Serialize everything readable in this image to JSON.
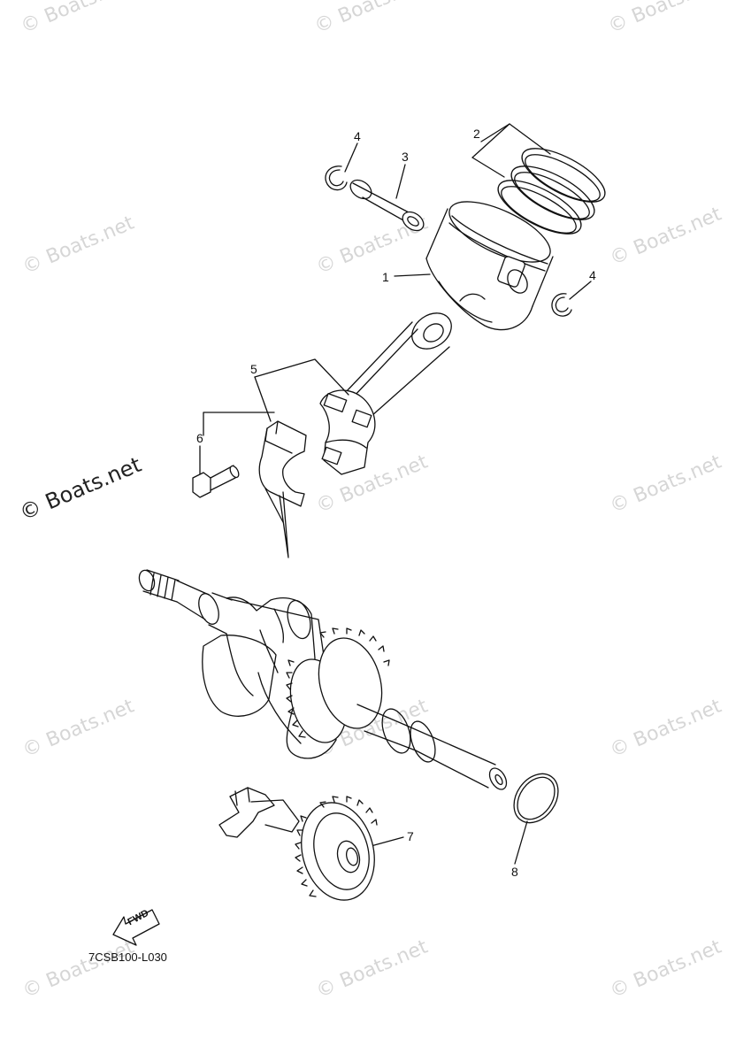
{
  "watermark": {
    "text": "© Boats.net",
    "visible_text": "© Boats.net"
  },
  "callouts": {
    "c1": "1",
    "c2": "2",
    "c3": "3",
    "c4a": "4",
    "c4b": "4",
    "c5": "5",
    "c6": "6",
    "c7": "7",
    "c8": "8"
  },
  "fwd_label": "FWD",
  "diagram_code": "7CSB100-L030",
  "parts": [
    {
      "ref": "1",
      "icon": "piston-icon"
    },
    {
      "ref": "2",
      "icon": "piston-ring-set-icon"
    },
    {
      "ref": "3",
      "icon": "piston-pin-icon"
    },
    {
      "ref": "4",
      "icon": "circlip-icon"
    },
    {
      "ref": "5",
      "icon": "connecting-rod-icon"
    },
    {
      "ref": "6",
      "icon": "bolt-icon"
    },
    {
      "ref": "7",
      "icon": "camshaft-gear-icon"
    },
    {
      "ref": "8",
      "icon": "o-ring-icon"
    }
  ]
}
